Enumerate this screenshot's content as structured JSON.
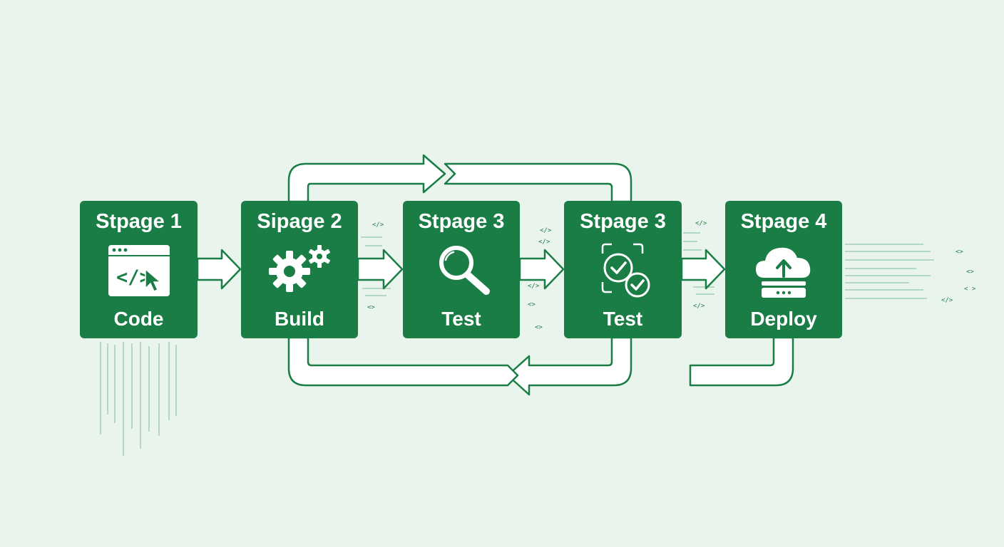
{
  "colors": {
    "background": "#e9f5ec",
    "stage_fill": "#1a7d45",
    "arrow_stroke": "#1a7d45",
    "arrow_fill": "#ffffff"
  },
  "stages": [
    {
      "title": "Stpage 1",
      "label": "Code",
      "icon": "code-window-cursor-icon"
    },
    {
      "title": "Sipage 2",
      "label": "Build",
      "icon": "gears-icon"
    },
    {
      "title": "Stpage 3",
      "label": "Test",
      "icon": "magnifier-icon"
    },
    {
      "title": "Stpage 3",
      "label": "Test",
      "icon": "check-badge-icon"
    },
    {
      "title": "Stpage 4",
      "label": "Deploy",
      "icon": "cloud-upload-server-icon"
    }
  ],
  "code_fragments": {
    "tags": [
      "</>",
      "</>",
      "</>",
      "</>",
      "</>",
      "<>",
      "<>",
      "<>",
      "</>",
      "<>",
      "< >",
      "</>",
      "<>"
    ]
  }
}
